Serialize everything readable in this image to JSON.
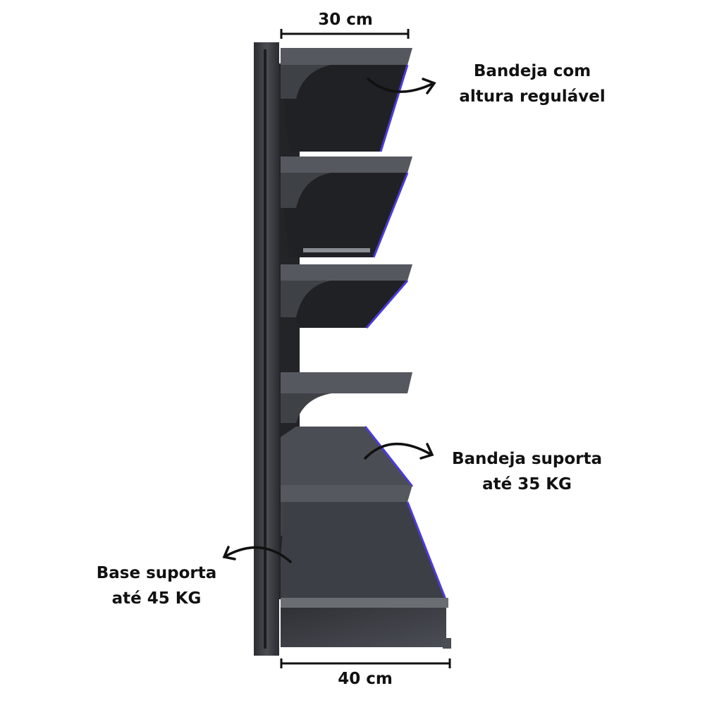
{
  "dimensions": {
    "top_width": "30 cm",
    "bottom_width": "40 cm"
  },
  "annotations": {
    "tray_adjustable": {
      "line1": "Bandeja com",
      "line2": "altura regulável"
    },
    "tray_load": {
      "line1": "Bandeja suporta",
      "line2": "até 35 KG"
    },
    "base_load": {
      "line1": "Base suporta",
      "line2": "até 45 KG"
    }
  },
  "colors": {
    "metal": "#3a3d42",
    "metal_dark": "#26282c",
    "shelf_top": "#55585e",
    "edge_glow": "#4b3bdc",
    "text": "#111111"
  }
}
